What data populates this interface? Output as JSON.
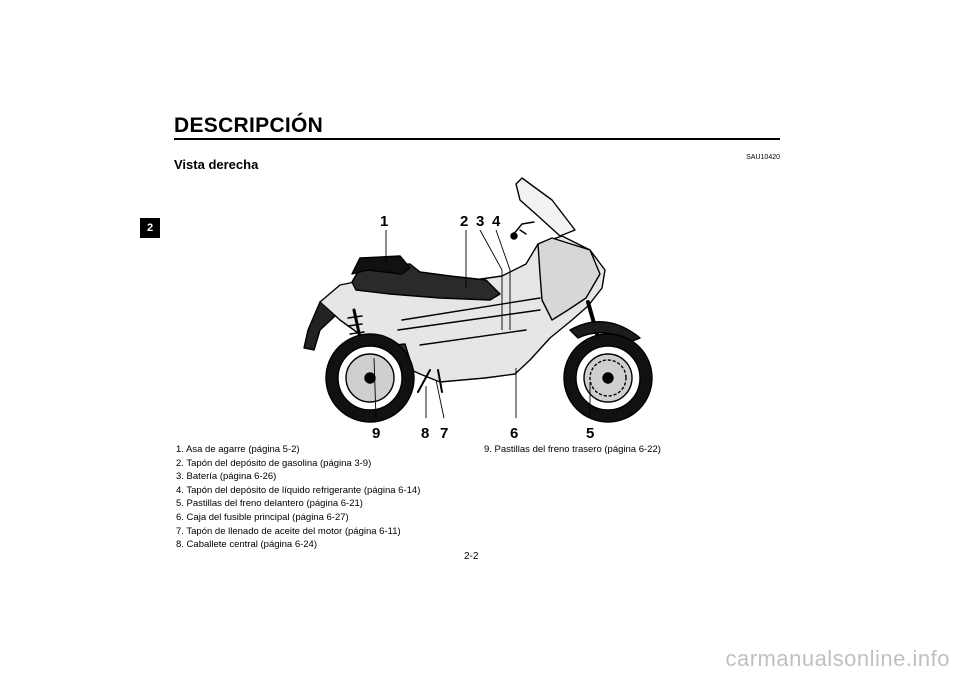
{
  "header": {
    "title": "DESCRIPCIÓN",
    "code": "SAU10420",
    "subtitle": "Vista derecha",
    "chapter": "2"
  },
  "callouts": [
    "1",
    "2",
    "3",
    "4",
    "5",
    "6",
    "7",
    "8",
    "9"
  ],
  "legend": {
    "left": [
      "1.  Asa de agarre (página 5-2)",
      "2.  Tapón del depósito de gasolina (página 3-9)",
      "3.  Batería (página 6-26)",
      "4.  Tapón del depósito de líquido refrigerante (página 6-14)",
      "5.  Pastillas del freno delantero (página 6-21)",
      "6.  Caja del fusible principal (página 6-27)",
      "7.  Tapón de llenado de aceite del motor (página 6-11)",
      "8.  Caballete central (página 6-24)"
    ],
    "right": [
      "9.  Pastillas del freno trasero (página 6-22)"
    ]
  },
  "footer": {
    "page_number": "2-2",
    "watermark": "carmanualsonline.info"
  }
}
